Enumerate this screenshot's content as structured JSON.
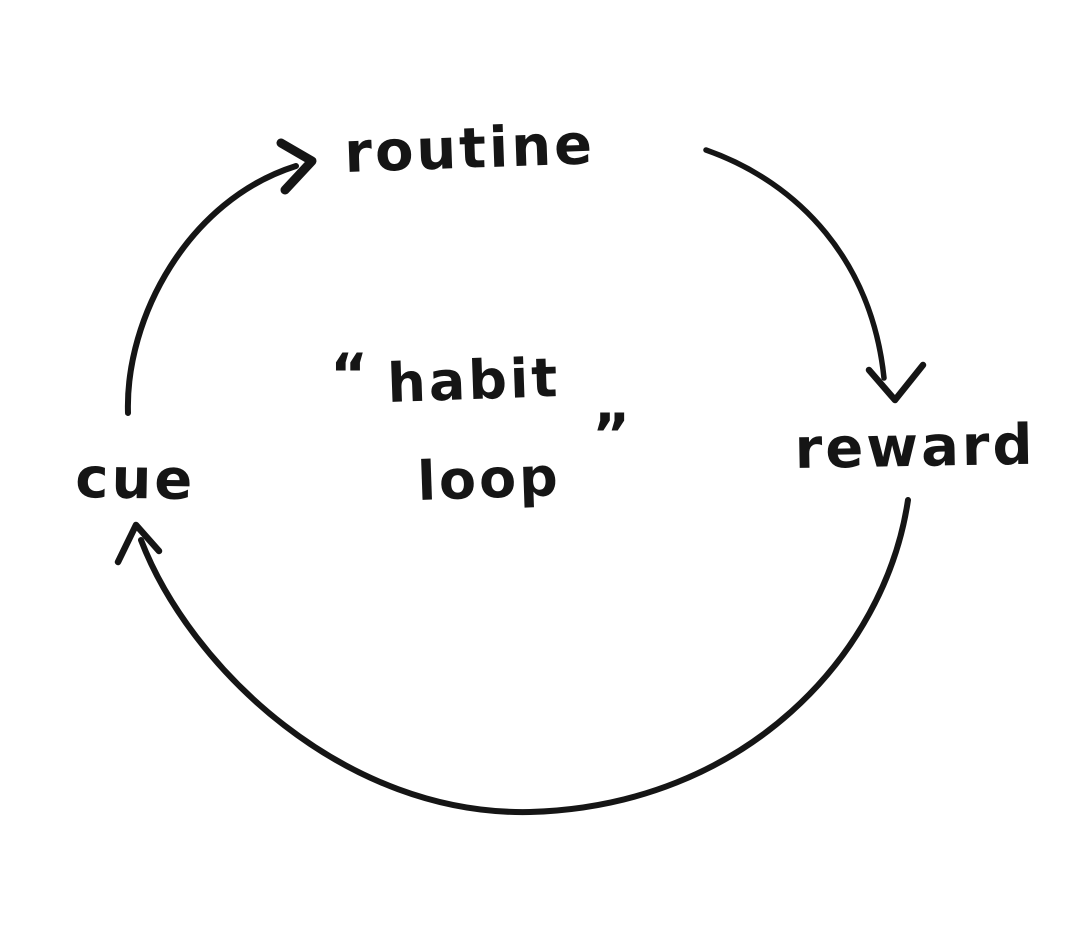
{
  "diagram": {
    "name": "habit loop cycle",
    "background_color": "#ffffff",
    "ink_color": "#151515",
    "nodes": [
      {
        "id": "cue",
        "label": "cue"
      },
      {
        "id": "routine",
        "label": "routine"
      },
      {
        "id": "reward",
        "label": "reward"
      }
    ],
    "center_label": {
      "quote_open": "“",
      "line1": "habit",
      "line2": "loop",
      "quote_close": "”"
    },
    "edges": [
      {
        "from": "cue",
        "to": "routine",
        "style": "hand-drawn curved arrow"
      },
      {
        "from": "routine",
        "to": "reward",
        "style": "hand-drawn curved arrow"
      },
      {
        "from": "reward",
        "to": "cue",
        "style": "hand-drawn curved arrow"
      }
    ]
  }
}
